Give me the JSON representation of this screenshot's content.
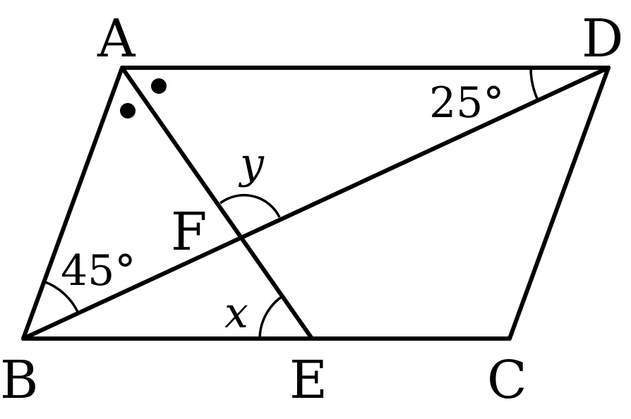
{
  "points": {
    "A": "A",
    "B": "B",
    "C": "C",
    "D": "D",
    "E": "E",
    "F": "F"
  },
  "angles": {
    "ABD": "45°",
    "ADB": "25°",
    "AEB": "x",
    "AFD": "y"
  },
  "markers": {
    "equal_angle_marks": 2,
    "equal_angle_icon": "dot-icon"
  }
}
